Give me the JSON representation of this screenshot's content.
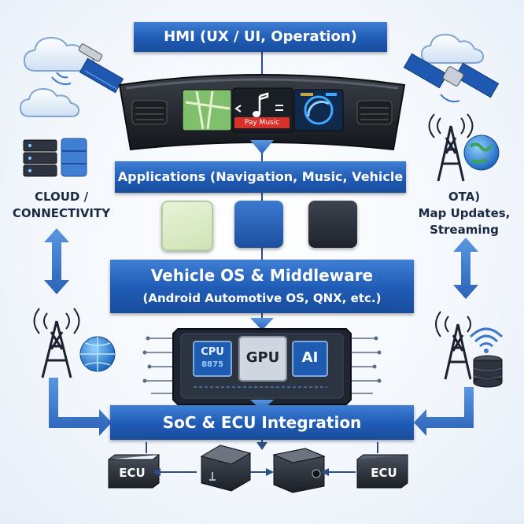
{
  "layers": {
    "hmi": "HMI (UX / UI, Operation)",
    "applications": "Applications (Navigation, Music, Vehicle Info)",
    "os_title": "Vehicle OS & Middleware",
    "os_subtitle": "(Android Automotive OS, QNX, etc.)",
    "soc": "SoC & ECU Integration"
  },
  "dashboard": {
    "media_button": "Pay Music"
  },
  "cloud": {
    "line1": "CLOUD /",
    "line2": "CONNECTIVITY"
  },
  "ota": {
    "line1": "OTA)",
    "line2": "Map Updates,",
    "line3": "Streaming"
  },
  "chip": {
    "cpu": "CPU",
    "cpu_detail": "8875",
    "gpu": "GPU",
    "ai": "AI"
  },
  "ecus": {
    "left": "ECU",
    "right": "ECU"
  },
  "colors": {
    "banner_blue": "#1f5bb5",
    "arrow_blue": "#3a78c9",
    "dark_box": "#2b3038",
    "chip_accent": "#4fa3ff"
  },
  "icons": [
    "cloud-icon",
    "satellite-icon",
    "server-rack-icon",
    "cell-tower-icon",
    "globe-icon",
    "map-pin-icon",
    "music-note-icon",
    "car-icon",
    "wifi-icon",
    "database-icon"
  ]
}
